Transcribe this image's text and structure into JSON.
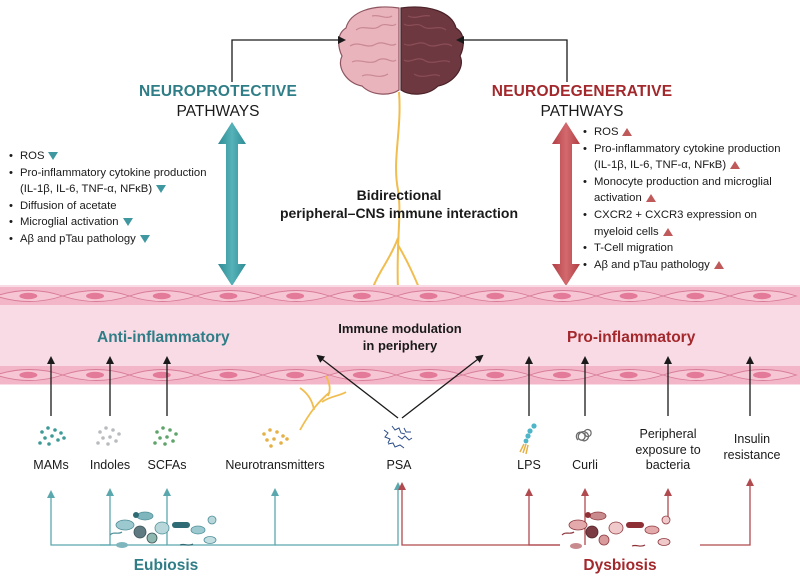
{
  "colors": {
    "protective": "#2f7d86",
    "degenerative": "#a3282c",
    "vessel": "#f9dbe6",
    "cell": "#f1a9bd"
  },
  "center": {
    "title_line1": "Bidirectional",
    "title_line2": "peripheral–CNS immune interaction"
  },
  "left": {
    "title_accent": "NEUROPROTECTIVE",
    "title_plain": "PATHWAYS",
    "items": [
      {
        "text": "ROS",
        "marker": "down"
      },
      {
        "text": "Pro-inflammatory cytokine production",
        "marker": ""
      },
      {
        "text": "(IL-1β, IL-6, TNF-α, NFκB)",
        "marker": "down",
        "continuation": true
      },
      {
        "text": "Diffusion of acetate",
        "marker": ""
      },
      {
        "text": "Microglial activation",
        "marker": "down"
      },
      {
        "text": "Aβ and pTau pathology",
        "marker": "down"
      }
    ]
  },
  "right": {
    "title_accent": "NEURODEGENERATIVE",
    "title_plain": "PATHWAYS",
    "items": [
      {
        "text": "ROS",
        "marker": "up"
      },
      {
        "text": "Pro-inflammatory cytokine production",
        "marker": ""
      },
      {
        "text": "(IL-1β, IL-6, TNF-α, NFκB)",
        "marker": "up",
        "continuation": true
      },
      {
        "text": "Monocyte production and microglial",
        "marker": ""
      },
      {
        "text": "activation",
        "marker": "up",
        "continuation": true
      },
      {
        "text": "CXCR2 + CXCR3 expression on",
        "marker": ""
      },
      {
        "text": "myeloid cells",
        "marker": "up",
        "continuation": true
      },
      {
        "text": "T-Cell migration",
        "marker": ""
      },
      {
        "text": "Aβ and pTau pathology",
        "marker": "up"
      }
    ]
  },
  "vessel": {
    "left_label": "Anti-inflammatory",
    "center_line1": "Immune modulation",
    "center_line2": "in periphery",
    "right_label": "Pro-inflammatory"
  },
  "factors": {
    "mams": "MAMs",
    "indoles": "Indoles",
    "scfas": "SCFAs",
    "neurotransmitters": "Neurotransmitters",
    "psa": "PSA",
    "lps": "LPS",
    "curli": "Curli",
    "peripheral_1": "Peripheral",
    "peripheral_2": "exposure to",
    "peripheral_3": "bacteria",
    "insulin_1": "Insulin",
    "insulin_2": "resistance"
  },
  "bottom": {
    "eubiosis": "Eubiosis",
    "dysbiosis": "Dysbiosis"
  }
}
